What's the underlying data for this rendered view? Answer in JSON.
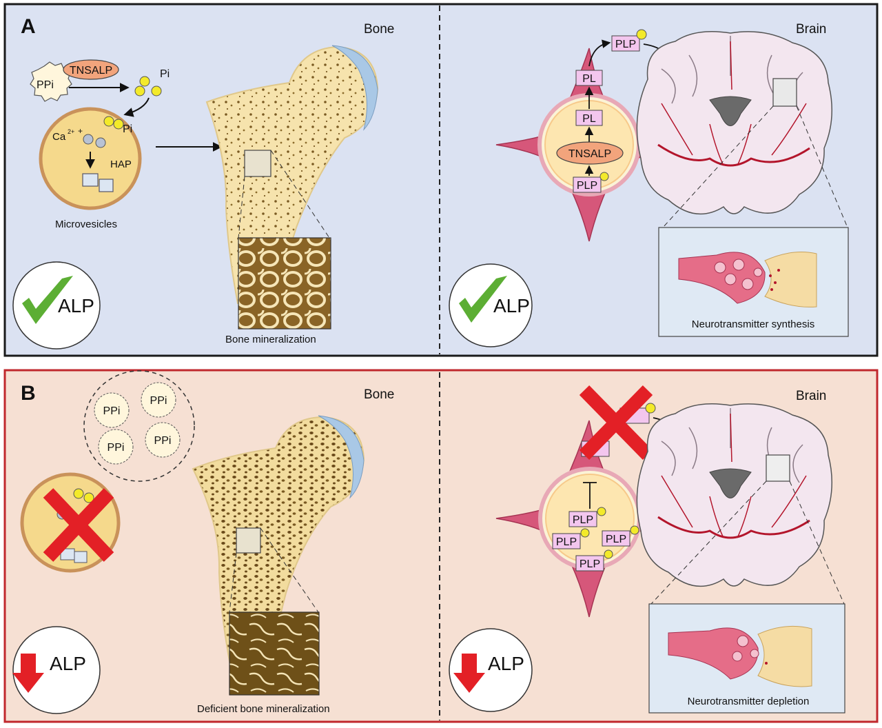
{
  "panel_a": {
    "letter": "A",
    "bone_title": "Bone",
    "brain_title": "Brain",
    "ppi": "PPi",
    "enzyme": "TNSALP",
    "pi_outer": "Pi",
    "pi_inner": "Pi",
    "ca": "Ca",
    "ca_sup": "2+",
    "plus": "+",
    "hap": "HAP",
    "microvesicles": "Microvesicles",
    "bone_caption": "Bone mineralization",
    "alp": "ALP",
    "plp_top": "PLP",
    "pl_upper": "PL",
    "pl_lower": "PL",
    "neuron_enzyme": "TNSALP",
    "plp_neuron": "PLP",
    "synapse_caption": "Neurotransmitter synthesis"
  },
  "panel_b": {
    "letter": "B",
    "bone_title": "Bone",
    "brain_title": "Brain",
    "ppi_1": "PPi",
    "ppi_2": "PPi",
    "ppi_3": "PPi",
    "ppi_4": "PPi",
    "bone_caption": "Deficient bone mineralization",
    "alp": "ALP",
    "plp_1": "PLP",
    "plp_2": "PLP",
    "plp_3": "PLP",
    "plp_4": "PLP",
    "synapse_caption": "Neurotransmitter depletion"
  },
  "colors": {
    "panel_a_bg": "#dbe2f2",
    "panel_a_border": "#1a1a1a",
    "panel_b_bg": "#f6e0d3",
    "panel_b_border": "#c0282d",
    "bone": "#f7e7b4",
    "enzyme": "#f2a47c",
    "pl_box": "#f3c6ee",
    "pi": "#f3ea2a",
    "check": "#5cae34",
    "cross": "#e32026",
    "down_arrow": "#e32026",
    "neuron": "#d6577a"
  }
}
